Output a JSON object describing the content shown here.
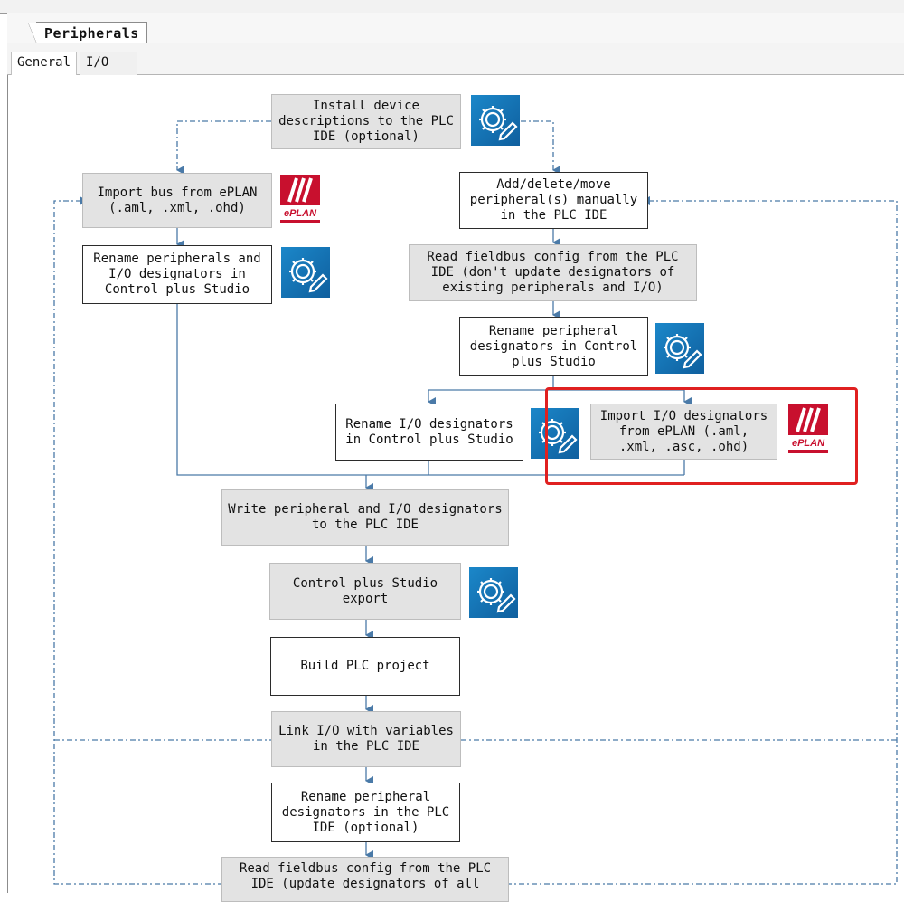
{
  "tabs": {
    "outer": "Peripherals",
    "inner": [
      "General",
      "I/O"
    ]
  },
  "nodes": {
    "install_desc": "Install device\ndescriptions to the PLC\nIDE (optional)",
    "import_bus": "Import bus from ePLAN\n(.aml, .xml, .ohd)",
    "rename_peripherals_io": "Rename peripherals and\nI/O designators in\nControl plus Studio",
    "add_delete_move": "Add/delete/move\nperipheral(s) manually\nin the PLC IDE",
    "read_fieldbus_no_update": "Read fieldbus config from the PLC\nIDE (don't update designators of\nexisting peripherals and I/O)",
    "rename_peripheral_designators": "Rename peripheral\ndesignators in Control\nplus Studio",
    "rename_io_designators": "Rename I/O designators\nin Control plus Studio",
    "import_io_designators": "Import I/O designators\nfrom ePLAN (.aml,\n.xml, .asc, .ohd)",
    "write_designators": "Write peripheral and I/O designators\nto the PLC IDE",
    "cps_export": "Control plus Studio\nexport",
    "build_project": "Build PLC project",
    "link_io": "Link I/O with variables\nin the PLC IDE",
    "rename_peripheral_optional": "Rename peripheral\ndesignators in the PLC\nIDE (optional)",
    "read_fieldbus_update": "Read fieldbus config from the PLC\nIDE (update designators of all"
  },
  "icons": {
    "gear": "gear-pencil-icon",
    "eplan": "eplan-logo-icon",
    "eplan_text": "ePLAN"
  },
  "colors": {
    "arrow": "#4a7aa8",
    "gray_box": "#e3e3e3",
    "highlight": "#e02020",
    "gear_bg": "#1b87c9",
    "eplan_red": "#c8102e"
  }
}
